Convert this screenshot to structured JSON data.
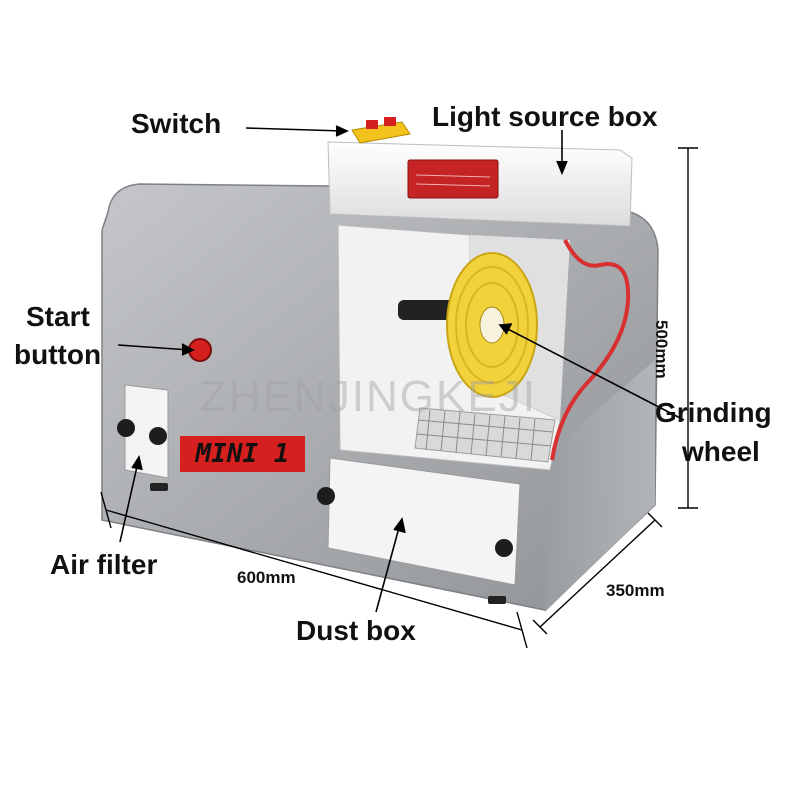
{
  "labels": {
    "switch": "Switch",
    "light_source_box": "Light source box",
    "start_button_line1": "Start",
    "start_button_line2": "button",
    "grinding_wheel_line1": "Grinding",
    "grinding_wheel_line2": "wheel",
    "air_filter": "Air filter",
    "dust_box": "Dust box"
  },
  "dimensions": {
    "width": "600mm",
    "depth": "350mm",
    "height": "500mm"
  },
  "machine": {
    "brand_plate": "MINI 1",
    "watermark": "ZHENJINGKEJI"
  },
  "colors": {
    "body": "#a9abae",
    "accent_red": "#d62020",
    "wheel_yellow": "#f2d23a",
    "switch_yellow": "#f4c21c"
  }
}
